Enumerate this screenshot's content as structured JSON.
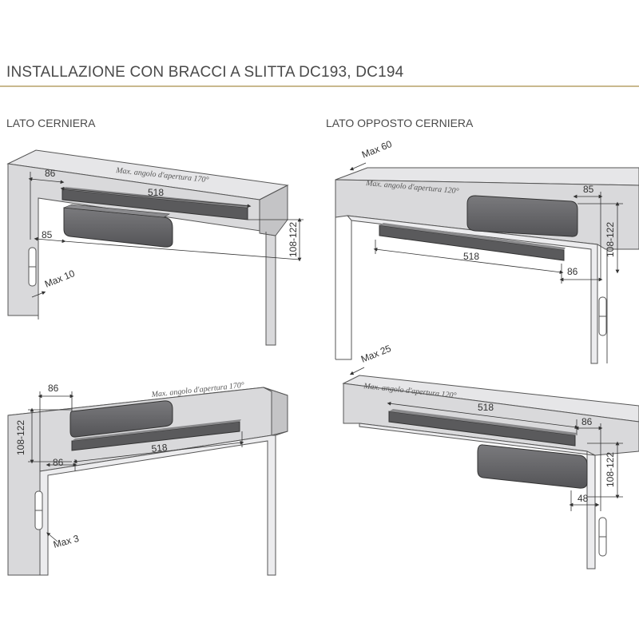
{
  "header": {
    "title": "INSTALLAZIONE CON BRACCI A SLITTA DC193, DC194"
  },
  "sections": {
    "hinge_side": "LATO CERNIERA",
    "opposite_side": "LATO OPPOSTO CERNIERA"
  },
  "panels": {
    "top_left": {
      "note": "Max. angolo d'apertura 170°",
      "d1": "86",
      "d2": "518",
      "d3": "85",
      "d4": "108-122",
      "d5": "Max 10"
    },
    "top_right": {
      "note": "Max. angolo d'apertura 120°",
      "d1": "Max 60",
      "d2": "85",
      "d3": "108-122",
      "d4": "518",
      "d5": "86"
    },
    "bottom_left": {
      "note": "Max. angolo d'apertura 170°",
      "d1": "86",
      "d2": "108-122",
      "d3": "86",
      "d4": "518",
      "d5": "Max 3"
    },
    "bottom_right": {
      "note": "Max. angolo d'apertura 120°",
      "d1": "Max 25",
      "d2": "518",
      "d3": "86",
      "d4": "108-122",
      "d5": "48"
    }
  },
  "colors": {
    "wall": "#d9d9db",
    "wall_stroke": "#555555",
    "closer": "#6f6f72",
    "closer_dark": "#4c4c4e",
    "rail": "#5a5a5c",
    "rule": "#c9b98e"
  }
}
